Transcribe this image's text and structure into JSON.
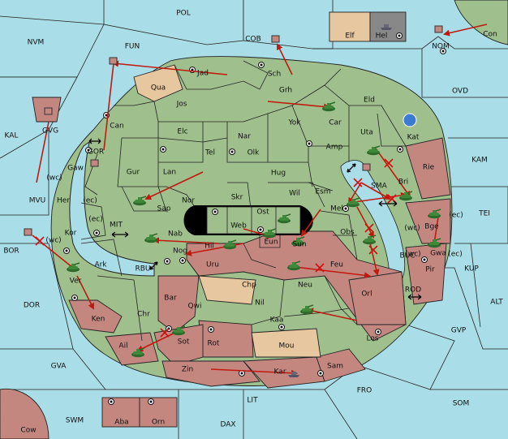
{
  "map": {
    "regions": [
      {
        "id": "pol",
        "label": "POL"
      },
      {
        "id": "nvm",
        "label": "NVM"
      },
      {
        "id": "fun",
        "label": "FUN"
      },
      {
        "id": "cob",
        "label": "COB"
      },
      {
        "id": "nom",
        "label": "NOM"
      },
      {
        "id": "con",
        "label": "Con"
      },
      {
        "id": "ovd",
        "label": "OVD"
      },
      {
        "id": "kal",
        "label": "KAL"
      },
      {
        "id": "kam",
        "label": "KAM"
      },
      {
        "id": "tei",
        "label": "TEI"
      },
      {
        "id": "mvu",
        "label": "MVU"
      },
      {
        "id": "mit",
        "label": "MIT"
      },
      {
        "id": "bor",
        "label": "BOR"
      },
      {
        "id": "rbu",
        "label": "RBU"
      },
      {
        "id": "buc",
        "label": "BUC"
      },
      {
        "id": "kup",
        "label": "KUP"
      },
      {
        "id": "alt",
        "label": "ALT"
      },
      {
        "id": "rod",
        "label": "ROD"
      },
      {
        "id": "dor",
        "label": "DOR"
      },
      {
        "id": "gvp",
        "label": "GVP"
      },
      {
        "id": "gva",
        "label": "GVA"
      },
      {
        "id": "fro",
        "label": "FRO"
      },
      {
        "id": "som",
        "label": "SOM"
      },
      {
        "id": "lit",
        "label": "LIT"
      },
      {
        "id": "swm",
        "label": "SWM"
      },
      {
        "id": "dax",
        "label": "DAX"
      },
      {
        "id": "cow",
        "label": "Cow"
      },
      {
        "id": "sma",
        "label": "SMA"
      },
      {
        "id": "gor",
        "label": "GOR"
      },
      {
        "id": "elf",
        "label": "Elf"
      },
      {
        "id": "hel",
        "label": "Hel"
      },
      {
        "id": "aba",
        "label": "Aba"
      },
      {
        "id": "orn",
        "label": "Orn"
      },
      {
        "id": "gvg",
        "label": "GVG"
      },
      {
        "id": "jad",
        "label": "Jad"
      },
      {
        "id": "sch",
        "label": "Sch"
      },
      {
        "id": "qua",
        "label": "Qua"
      },
      {
        "id": "jos",
        "label": "Jos"
      },
      {
        "id": "grh",
        "label": "Grh"
      },
      {
        "id": "eld",
        "label": "Eld"
      },
      {
        "id": "can",
        "label": "Can"
      },
      {
        "id": "yok",
        "label": "Yok"
      },
      {
        "id": "car",
        "label": "Car"
      },
      {
        "id": "elc",
        "label": "Elc"
      },
      {
        "id": "nar",
        "label": "Nar"
      },
      {
        "id": "uta",
        "label": "Uta"
      },
      {
        "id": "kat",
        "label": "Kat"
      },
      {
        "id": "tel",
        "label": "Tel"
      },
      {
        "id": "olk",
        "label": "Olk"
      },
      {
        "id": "amp",
        "label": "Amp"
      },
      {
        "id": "gur",
        "label": "Gur"
      },
      {
        "id": "gaw",
        "label": "Gaw"
      },
      {
        "id": "lan",
        "label": "Lan"
      },
      {
        "id": "hug",
        "label": "Hug"
      },
      {
        "id": "rie",
        "label": "Rie"
      },
      {
        "id": "wil",
        "label": "Wil"
      },
      {
        "id": "esm",
        "label": "Esm"
      },
      {
        "id": "nor",
        "label": "Nor"
      },
      {
        "id": "skr",
        "label": "Skr"
      },
      {
        "id": "bri",
        "label": "Bri"
      },
      {
        "id": "her",
        "label": "Her"
      },
      {
        "id": "sap",
        "label": "Sap"
      },
      {
        "id": "ost",
        "label": "Ost"
      },
      {
        "id": "mel",
        "label": "Mel"
      },
      {
        "id": "web",
        "label": "Web"
      },
      {
        "id": "kor",
        "label": "Kor"
      },
      {
        "id": "nab",
        "label": "Nab"
      },
      {
        "id": "eun",
        "label": "Eun"
      },
      {
        "id": "sun",
        "label": "Sun"
      },
      {
        "id": "obs",
        "label": "Obs"
      },
      {
        "id": "bge",
        "label": "Bge"
      },
      {
        "id": "hil",
        "label": "Hil"
      },
      {
        "id": "nog",
        "label": "Nog"
      },
      {
        "id": "gwa",
        "label": "Gwa"
      },
      {
        "id": "ver",
        "label": "Ver"
      },
      {
        "id": "ark",
        "label": "Ark"
      },
      {
        "id": "uru",
        "label": "Uru"
      },
      {
        "id": "feu",
        "label": "Feu"
      },
      {
        "id": "pir",
        "label": "Pir"
      },
      {
        "id": "orl",
        "label": "Orl"
      },
      {
        "id": "chp",
        "label": "Chp"
      },
      {
        "id": "neu",
        "label": "Neu"
      },
      {
        "id": "bar",
        "label": "Bar"
      },
      {
        "id": "ken",
        "label": "Ken"
      },
      {
        "id": "qwi",
        "label": "Qwi"
      },
      {
        "id": "nil",
        "label": "Nil"
      },
      {
        "id": "chr",
        "label": "Chr"
      },
      {
        "id": "kaa",
        "label": "Kaa"
      },
      {
        "id": "los",
        "label": "Los"
      },
      {
        "id": "rot",
        "label": "Rot"
      },
      {
        "id": "sot",
        "label": "Sot"
      },
      {
        "id": "ail",
        "label": "Ail"
      },
      {
        "id": "mou",
        "label": "Mou"
      },
      {
        "id": "zin",
        "label": "Zin"
      },
      {
        "id": "kar",
        "label": "Kar"
      },
      {
        "id": "sam",
        "label": "Sam"
      }
    ],
    "coast_tags": [
      "(wc)",
      "(ec)",
      "(wc)",
      "(ec)",
      "(wc)",
      "(ec)",
      "(wc)",
      "(ec)"
    ],
    "colors": {
      "sea": "#a9dde8",
      "player_green": "#9fc08c",
      "player_red": "#c4877f",
      "neutral_tan": "#e6c79f",
      "grey": "#888888",
      "order_line": "#c01a10",
      "unit_green": "#3f8a3a"
    }
  }
}
